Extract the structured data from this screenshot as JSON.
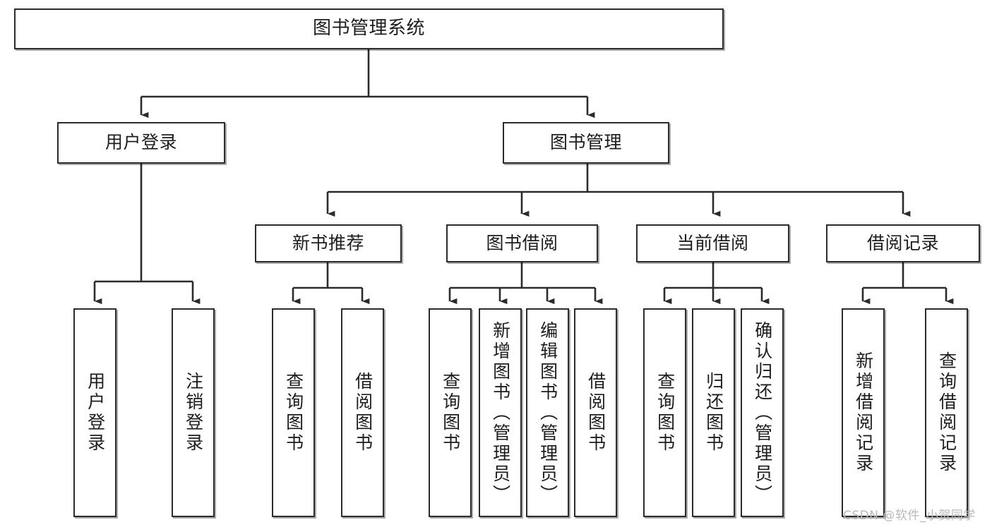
{
  "diagram": {
    "title": "图书管理系统",
    "type": "tree-hierarchy-chart",
    "watermark": "CSDN @软件_小贺同学",
    "stroke_color": "#2b2b2b",
    "text_color": "#1d1d1d",
    "background_color": "#ffffff",
    "watermark_color": "#b9b9b9"
  },
  "nodes": {
    "root": {
      "label": "图书管理系统"
    },
    "level2": [
      {
        "label": "用户登录"
      },
      {
        "label": "图书管理"
      }
    ],
    "level3": [
      {
        "label": "新书推荐"
      },
      {
        "label": "图书借阅"
      },
      {
        "label": "当前借阅"
      },
      {
        "label": "借阅记录"
      }
    ],
    "leaves_user_login": [
      {
        "label": "用户登录"
      },
      {
        "label": "注销登录"
      }
    ],
    "leaves_new_book": [
      {
        "label": "查询图书"
      },
      {
        "label": "借阅图书"
      }
    ],
    "leaves_borrow": [
      {
        "label": "查询图书"
      },
      {
        "label": "新增图书（管理员）"
      },
      {
        "label": "编辑图书（管理员）"
      },
      {
        "label": "借阅图书"
      }
    ],
    "leaves_current": [
      {
        "label": "查询图书"
      },
      {
        "label": "归还图书"
      },
      {
        "label": "确认归还（管理员）"
      }
    ],
    "leaves_record": [
      {
        "label": "新增借阅记录"
      },
      {
        "label": "查询借阅记录"
      }
    ]
  }
}
